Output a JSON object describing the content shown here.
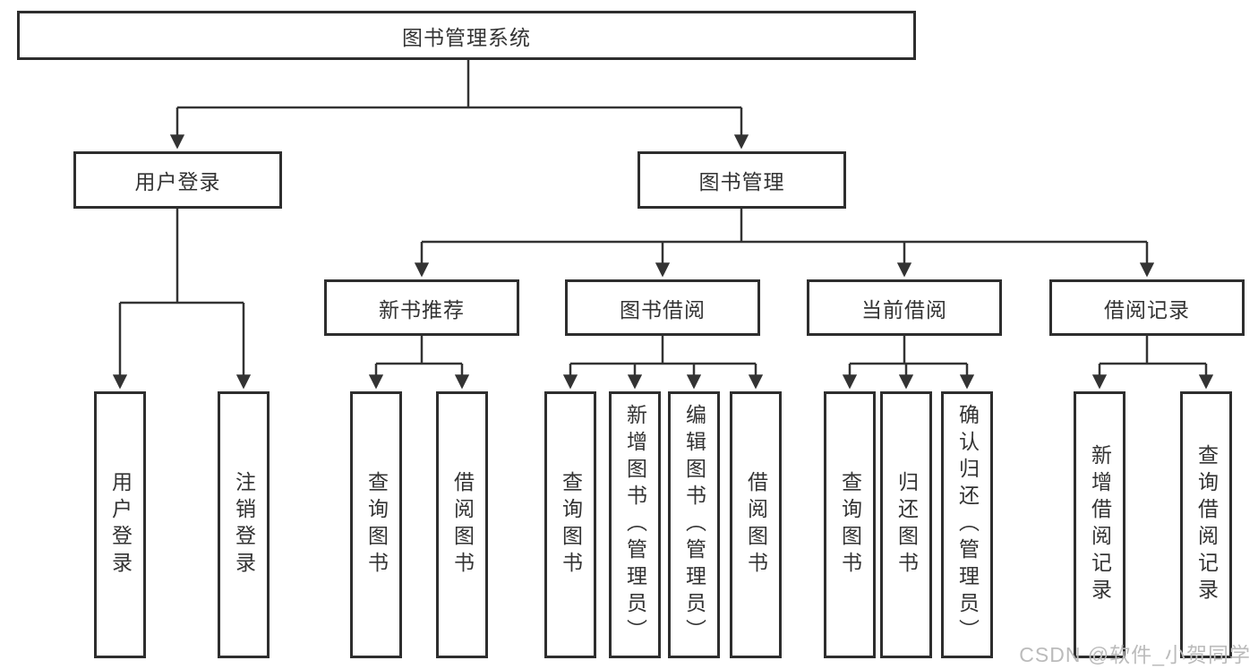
{
  "colors": {
    "line": "#333333",
    "box_border": "#2e2e2e",
    "text": "#333333",
    "watermark": "#bbbbbb",
    "background": "#ffffff"
  },
  "tree": {
    "label": "图书管理系统",
    "children": [
      {
        "label": "用户登录",
        "children": [
          {
            "label": "用户登录"
          },
          {
            "label": "注销登录"
          }
        ]
      },
      {
        "label": "图书管理",
        "children": [
          {
            "label": "新书推荐",
            "children": [
              {
                "label": "查询图书"
              },
              {
                "label": "借阅图书"
              }
            ]
          },
          {
            "label": "图书借阅",
            "children": [
              {
                "label": "查询图书"
              },
              {
                "label": "新增图书（管理员）"
              },
              {
                "label": "编辑图书（管理员）"
              },
              {
                "label": "借阅图书"
              }
            ]
          },
          {
            "label": "当前借阅",
            "children": [
              {
                "label": "查询图书"
              },
              {
                "label": "归还图书"
              },
              {
                "label": "确认归还（管理员）"
              }
            ]
          },
          {
            "label": "借阅记录",
            "children": [
              {
                "label": "新增借阅记录"
              },
              {
                "label": "查询借阅记录"
              }
            ]
          }
        ]
      }
    ]
  },
  "watermark": {
    "text": "CSDN @软件_小贺同学"
  }
}
